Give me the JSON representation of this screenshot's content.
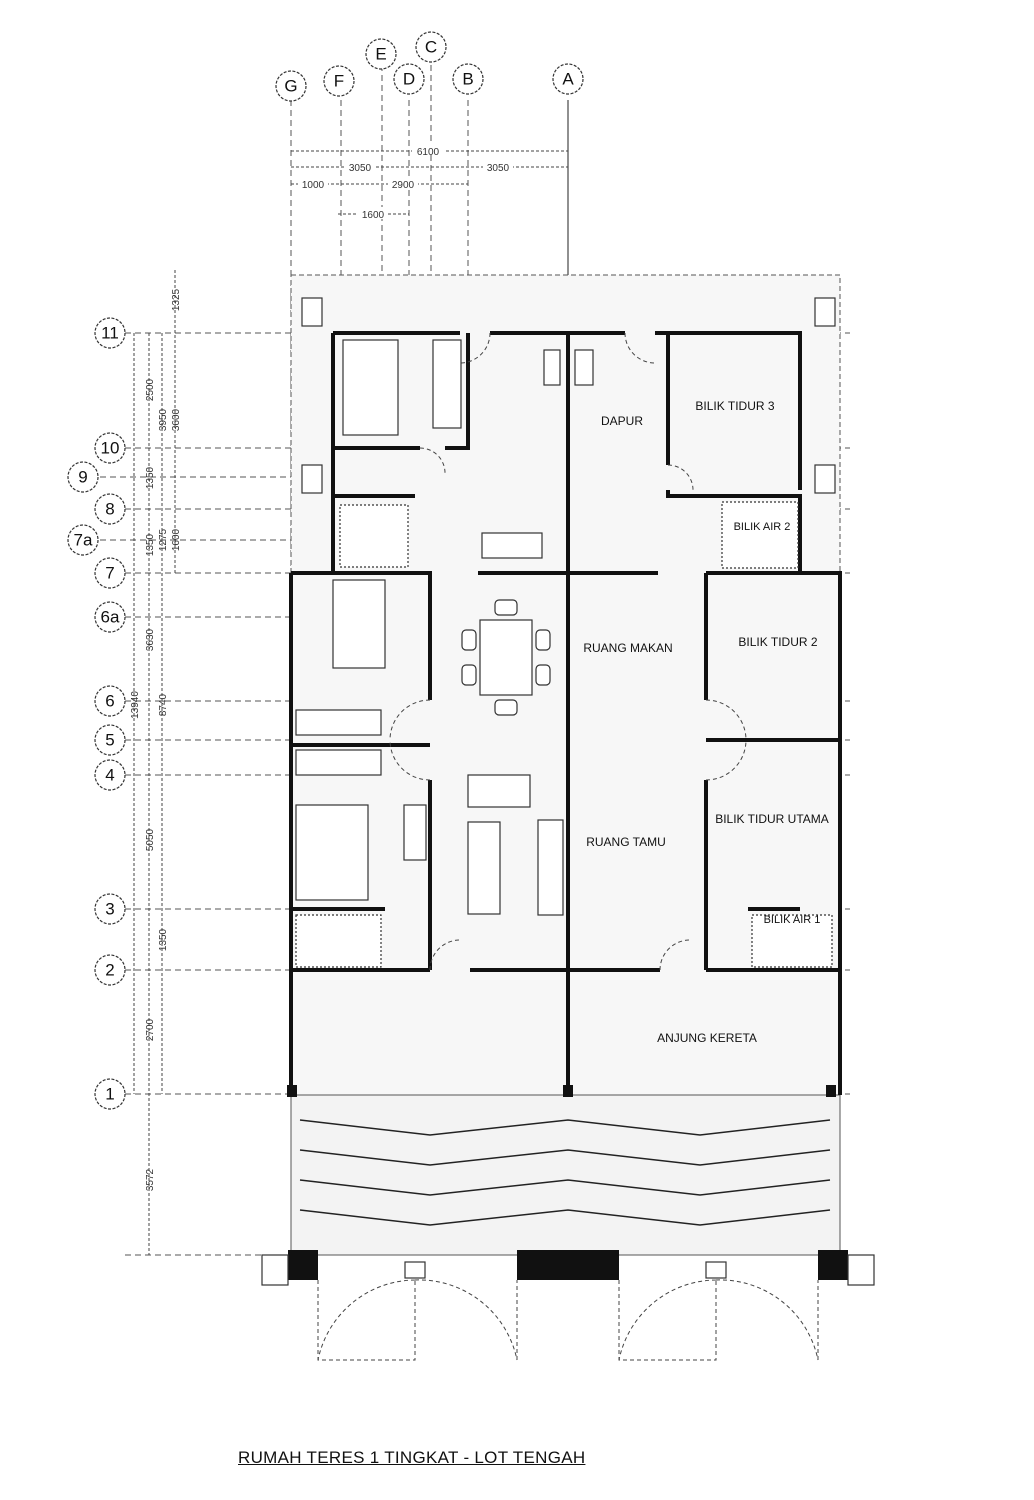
{
  "title": "RUMAH TERES 1 TINGKAT - LOT TENGAH",
  "grid_columns": [
    "G",
    "F",
    "E",
    "D",
    "C",
    "B",
    "A"
  ],
  "grid_rows": [
    "11",
    "10",
    "9",
    "8",
    "7a",
    "7",
    "6a",
    "6",
    "5",
    "4",
    "3",
    "2",
    "1"
  ],
  "dimensions_horizontal": {
    "total": "6100",
    "left_half": "3050",
    "right_half": "3050",
    "d1000": "1000",
    "d2900": "2900",
    "d1600": "1600"
  },
  "dimensions_vertical": {
    "d1325": "1325",
    "d2500": "2500",
    "d3950": "3950",
    "d3600": "3600",
    "d1350a": "1350",
    "d1350b": "1350",
    "d1275": "1275",
    "d1600": "1600",
    "d3630": "3630",
    "d13940": "13940",
    "d8740": "8740",
    "d5050": "5050",
    "d1350c": "1350",
    "d2700": "2700",
    "d3572": "3572"
  },
  "rooms": {
    "dapur": "DAPUR",
    "bilik_tidur_3": "BILIK TIDUR 3",
    "bilik_air_2": "BILIK AIR 2",
    "ruang_makan": "RUANG MAKAN",
    "bilik_tidur_2": "BILIK TIDUR 2",
    "ruang_tamu": "RUANG TAMU",
    "bilik_tidur_utama": "BILIK TIDUR UTAMA",
    "bilik_air_1": "BILIK AIR 1",
    "anjung_kereta": "ANJUNG KERETA"
  }
}
